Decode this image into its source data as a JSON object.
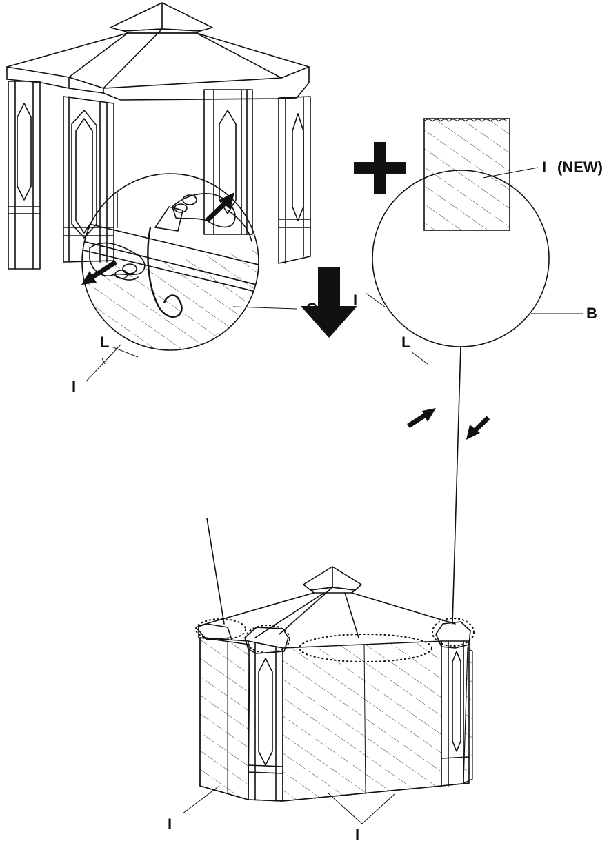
{
  "labels": {
    "new_panel_letter": "I",
    "new_panel_tag": "(NEW)",
    "hook_left": "L",
    "hook_right": "L",
    "beam_left": "C",
    "beam_right": "B",
    "panel_left_detail": "I",
    "panel_right_detail": "I",
    "panel_bottom_left": "I",
    "panel_bottom_center": "I"
  },
  "icons": {
    "plus": "plus-icon",
    "arrow_down": "arrow-down-icon"
  },
  "colors": {
    "ink": "#111111",
    "background": "#ffffff"
  }
}
